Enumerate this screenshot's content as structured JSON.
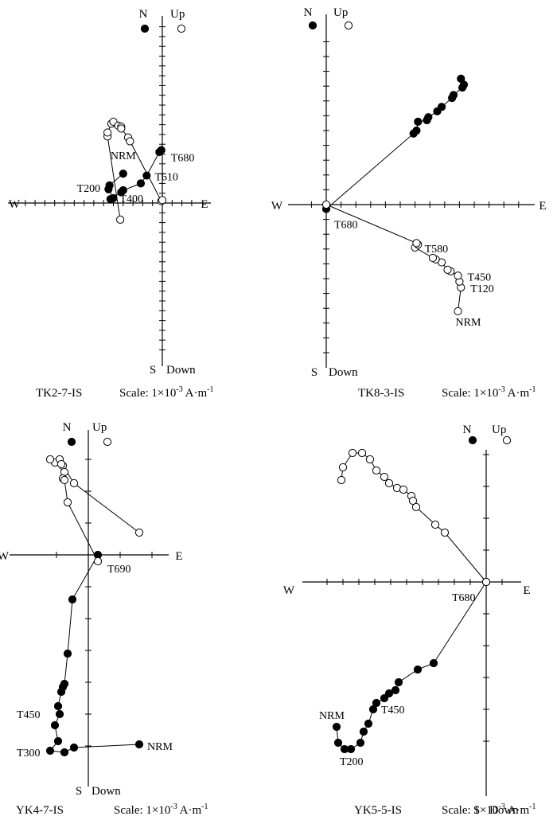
{
  "chart_data": [
    {
      "type": "scatter",
      "plot_kind": "zijderveld-orthogonal-projection",
      "sample": "TK2-7-IS",
      "scale_label": "Scale: 1×10",
      "scale_exp": "-3",
      "scale_unit": " A·m",
      "scale_unit_exp": "-1",
      "axis_labels": {
        "north": "N",
        "up": "Up",
        "west": "W",
        "east": "E",
        "south": "S",
        "down": "Down"
      },
      "legend": {
        "filled": "N",
        "open": "Up"
      },
      "series": [
        {
          "marker": "filled",
          "points": [
            [
              -4.0,
              3.0
            ],
            [
              -5.4,
              1.8
            ],
            [
              -5.5,
              1.4
            ],
            [
              -5.0,
              0.5
            ],
            [
              -5.3,
              0.4
            ],
            [
              -4.2,
              1.1
            ],
            [
              -4.0,
              1.3
            ],
            [
              -2.2,
              2.0
            ],
            [
              -1.6,
              2.8
            ],
            [
              -0.3,
              5.2
            ],
            [
              -0.1,
              5.4
            ]
          ]
        },
        {
          "marker": "open",
          "points": [
            [
              -4.3,
              -1.7
            ],
            [
              -5.6,
              6.8
            ],
            [
              -5.6,
              7.2
            ],
            [
              -5.2,
              8.1
            ],
            [
              -5.0,
              8.3
            ],
            [
              -4.5,
              7.9
            ],
            [
              -4.2,
              7.8
            ],
            [
              -4.2,
              7.6
            ],
            [
              -3.5,
              6.7
            ],
            [
              -3.3,
              6.3
            ],
            [
              -0.1,
              0.2
            ],
            [
              0.0,
              0.3
            ]
          ]
        }
      ],
      "labels": [
        {
          "text": "NRM",
          "series": 0,
          "point": 0
        },
        {
          "text": "T200",
          "series": 0,
          "point": 1
        },
        {
          "text": "T400",
          "series": 0,
          "point": 3
        },
        {
          "text": "T610",
          "series": 0,
          "point": 8
        },
        {
          "text": "T680",
          "series": 0,
          "point": 10
        }
      ]
    },
    {
      "type": "scatter",
      "plot_kind": "zijderveld-orthogonal-projection",
      "sample": "TK8-3-IS",
      "scale_label": "Scale: 1×10",
      "scale_exp": "-3",
      "scale_unit": " A·m",
      "scale_unit_exp": "-1",
      "axis_labels": {
        "north": "N",
        "up": "Up",
        "west": "W",
        "east": "E",
        "south": "S",
        "down": "Down"
      },
      "legend": {
        "filled": "N",
        "open": "Up"
      },
      "series": [
        {
          "marker": "filled",
          "points": [
            [
              9.1,
              8.5
            ],
            [
              9.3,
              8.1
            ],
            [
              9.2,
              7.9
            ],
            [
              8.6,
              7.4
            ],
            [
              8.5,
              7.2
            ],
            [
              7.8,
              6.6
            ],
            [
              7.5,
              6.3
            ],
            [
              6.9,
              5.9
            ],
            [
              6.8,
              5.7
            ],
            [
              6.2,
              5.6
            ],
            [
              6.1,
              5.0
            ],
            [
              5.9,
              4.8
            ],
            [
              0.0,
              -0.3
            ]
          ]
        },
        {
          "marker": "open",
          "points": [
            [
              8.9,
              -7.2
            ],
            [
              9.1,
              -5.6
            ],
            [
              9.0,
              -5.2
            ],
            [
              8.9,
              -4.8
            ],
            [
              8.4,
              -4.5
            ],
            [
              8.2,
              -4.4
            ],
            [
              7.8,
              -3.9
            ],
            [
              7.4,
              -3.7
            ],
            [
              7.2,
              -3.6
            ],
            [
              6.0,
              -2.9
            ],
            [
              6.2,
              -2.7
            ],
            [
              6.1,
              -2.6
            ],
            [
              0.0,
              0.0
            ]
          ]
        }
      ],
      "labels": [
        {
          "text": "NRM",
          "series": 1,
          "point": 0
        },
        {
          "text": "T120",
          "series": 1,
          "point": 1
        },
        {
          "text": "T450",
          "series": 1,
          "point": 3
        },
        {
          "text": "T580",
          "series": 1,
          "point": 9
        },
        {
          "text": "T680",
          "series": 0,
          "point": 12
        }
      ]
    },
    {
      "type": "scatter",
      "plot_kind": "zijderveld-orthogonal-projection",
      "sample": "YK4-7-IS",
      "scale_label": "Scale: 1×10",
      "scale_exp": "-3",
      "scale_unit": " A·m",
      "scale_unit_exp": "-1",
      "axis_labels": {
        "north": "N",
        "up": "Up",
        "west": "W",
        "east": "E",
        "south": "S",
        "down": "Down"
      },
      "legend": {
        "filled": "N",
        "open": "Up"
      },
      "series": [
        {
          "marker": "filled",
          "points": [
            [
              3.2,
              -11.9
            ],
            [
              -0.9,
              -12.1
            ],
            [
              -1.5,
              -12.4
            ],
            [
              -2.4,
              -12.3
            ],
            [
              -1.9,
              -11.7
            ],
            [
              -2.1,
              -10.7
            ],
            [
              -1.8,
              -10.0
            ],
            [
              -1.9,
              -9.5
            ],
            [
              -1.7,
              -8.6
            ],
            [
              -1.6,
              -8.3
            ],
            [
              -1.5,
              -8.1
            ],
            [
              -1.3,
              -6.2
            ],
            [
              -1.0,
              -2.8
            ],
            [
              0.6,
              0.0
            ]
          ]
        },
        {
          "marker": "open",
          "points": [
            [
              3.2,
              1.4
            ],
            [
              -0.9,
              4.5
            ],
            [
              -1.6,
              5.6
            ],
            [
              -2.1,
              5.8
            ],
            [
              -2.4,
              6.0
            ],
            [
              -1.8,
              6.0
            ],
            [
              -1.7,
              5.7
            ],
            [
              -1.5,
              5.2
            ],
            [
              -1.6,
              4.8
            ],
            [
              -1.5,
              4.7
            ],
            [
              -1.3,
              3.3
            ],
            [
              0.6,
              -0.4
            ]
          ]
        }
      ],
      "labels": [
        {
          "text": "NRM",
          "series": 0,
          "point": 0
        },
        {
          "text": "T300",
          "series": 0,
          "point": 3
        },
        {
          "text": "T450",
          "series": 0,
          "point": 5
        },
        {
          "text": "T690",
          "series": 1,
          "point": 11
        }
      ]
    },
    {
      "type": "scatter",
      "plot_kind": "zijderveld-orthogonal-projection",
      "sample": "YK5-5-IS",
      "scale_label": "Scale: 1×10",
      "scale_exp": "-3",
      "scale_unit": " A·m",
      "scale_unit_exp": "-1",
      "axis_labels": {
        "north": "N",
        "up": "Up",
        "west": "W",
        "east": "E",
        "south": "S",
        "down": "Down"
      },
      "legend": {
        "filled": "N",
        "open": "Up"
      },
      "series": [
        {
          "marker": "filled",
          "points": [
            [
              -9.4,
              -9.1
            ],
            [
              -9.3,
              -10.1
            ],
            [
              -8.9,
              -10.5
            ],
            [
              -8.5,
              -10.5
            ],
            [
              -7.9,
              -10.1
            ],
            [
              -7.7,
              -9.4
            ],
            [
              -7.4,
              -8.9
            ],
            [
              -7.1,
              -8.0
            ],
            [
              -6.9,
              -7.6
            ],
            [
              -6.4,
              -7.3
            ],
            [
              -6.1,
              -7.0
            ],
            [
              -5.7,
              -6.8
            ],
            [
              -5.5,
              -6.3
            ],
            [
              -4.3,
              -5.5
            ],
            [
              -3.3,
              -5.1
            ],
            [
              0.0,
              0.0
            ]
          ]
        },
        {
          "marker": "open",
          "points": [
            [
              -9.1,
              6.4
            ],
            [
              -9.0,
              7.2
            ],
            [
              -8.4,
              8.1
            ],
            [
              -7.8,
              8.1
            ],
            [
              -7.3,
              7.7
            ],
            [
              -6.9,
              7.0
            ],
            [
              -6.4,
              6.6
            ],
            [
              -6.1,
              6.2
            ],
            [
              -5.6,
              5.9
            ],
            [
              -5.2,
              5.8
            ],
            [
              -4.7,
              5.4
            ],
            [
              -4.6,
              5.1
            ],
            [
              -4.4,
              4.7
            ],
            [
              -3.2,
              3.6
            ],
            [
              -2.6,
              3.1
            ],
            [
              0.0,
              0.0
            ]
          ]
        }
      ],
      "labels": [
        {
          "text": "NRM",
          "series": 0,
          "point": 0
        },
        {
          "text": "T200",
          "series": 0,
          "point": 3
        },
        {
          "text": "T450",
          "series": 0,
          "point": 7
        },
        {
          "text": "T680",
          "series": 0,
          "point": 15
        }
      ]
    }
  ]
}
